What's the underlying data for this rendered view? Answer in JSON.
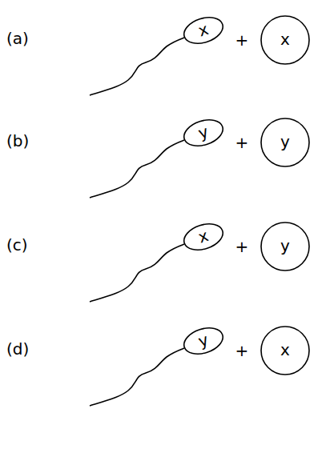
{
  "diagram": {
    "nodes": [
      {
        "text": [
          "x"
        ]
      },
      {
        "text": [
          "x"
        ]
      },
      {
        "text": [
          "y"
        ]
      },
      {
        "text": [
          "y"
        ]
      },
      {
        "text": [
          "x"
        ]
      },
      {
        "text": [
          "y"
        ]
      },
      {
        "text": [
          "y"
        ]
      },
      {
        "text": [
          "x"
        ]
      }
    ],
    "labels": [
      "(a)",
      "+",
      "(b)",
      "+",
      "(c)",
      "+",
      "(d)",
      "+"
    ]
  }
}
